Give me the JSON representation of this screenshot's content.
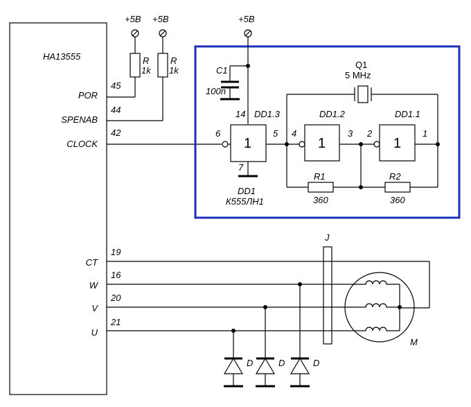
{
  "chip": {
    "name": "HA13555"
  },
  "pins": {
    "por": {
      "label": "POR",
      "num": "45"
    },
    "spenab": {
      "label": "SPENAB",
      "num": "44"
    },
    "clock": {
      "label": "CLOCK",
      "num": "42"
    },
    "ct": {
      "label": "CT",
      "num": "19"
    },
    "w": {
      "label": "W",
      "num": "16"
    },
    "v": {
      "label": "V",
      "num": "20"
    },
    "u": {
      "label": "U",
      "num": "21"
    }
  },
  "supply": {
    "label": "+5B"
  },
  "pullups": {
    "r_label": "R",
    "r_value": "1k"
  },
  "oscillator": {
    "crystal": {
      "name": "Q1",
      "freq": "5 MHz"
    },
    "cap": {
      "name": "C1",
      "value": "100n"
    },
    "gates": {
      "dd13": {
        "name": "DD1.3",
        "symbol": "1",
        "in_pin": "6",
        "out_pin": "5",
        "vcc_pin": "14",
        "gnd_pin": "7"
      },
      "dd12": {
        "name": "DD1.2",
        "symbol": "1",
        "in_pin": "4",
        "out_pin": "3"
      },
      "dd11": {
        "name": "DD1.1",
        "symbol": "1",
        "in_pin": "2",
        "out_pin": "1"
      }
    },
    "r1": {
      "name": "R1",
      "value": "360"
    },
    "r2": {
      "name": "R2",
      "value": "360"
    },
    "ic": {
      "name": "DD1",
      "part": "К555ЛН1"
    },
    "frame_color": "#1a2fb8"
  },
  "motor": {
    "connector": "J",
    "name": "M"
  },
  "diodes": {
    "label": "D"
  }
}
